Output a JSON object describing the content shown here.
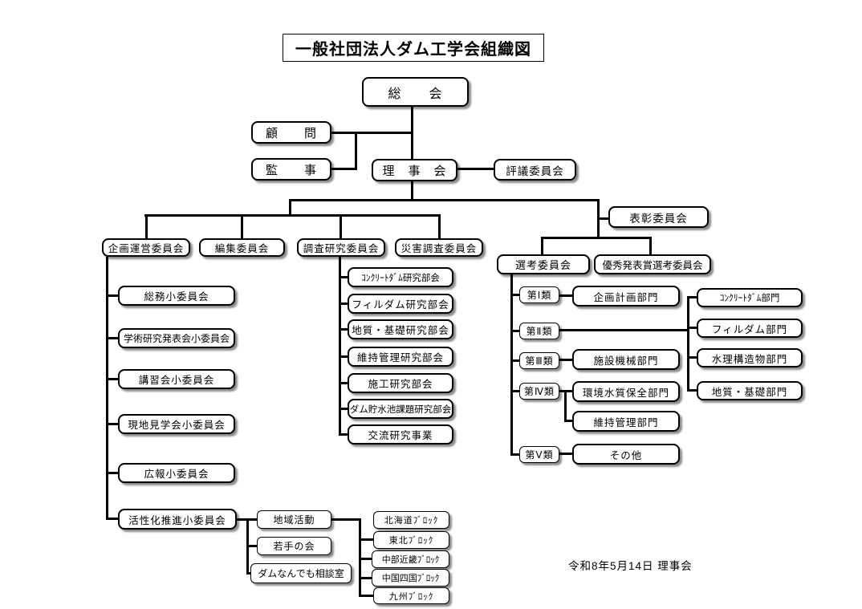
{
  "title": "一般社団法人ダム工学会組織図",
  "footer": "令和8年5月14日 理事会",
  "colors": {
    "line": "#000000",
    "box_background": "#ffffff",
    "box_border": "#000000",
    "shadow": "#999999"
  },
  "nodes": {
    "soukai": "総　　会",
    "komon": "顧　　問",
    "kanji": "監　　事",
    "rijikai": "理　事　会",
    "hyogi_iinkai": "評議委員会",
    "kikaku_unei": "企画運営委員会",
    "henshu": "編集委員会",
    "chosa_kenkyu": "調査研究委員会",
    "saigai_chosa": "災害調査委員会",
    "hyosho": "表彰委員会",
    "senko": "選考委員会",
    "yushu_happyo": "優秀発表賞選考委員会",
    "somu_sho": "総務小委員会",
    "gakujutsu_sho": "学術研究発表会小委員会",
    "koshukai_sho": "講習会小委員会",
    "genchi_sho": "現地見学会小委員会",
    "koho_sho": "広報小委員会",
    "kasseika_sho": "活性化推進小委員会",
    "chiiki_katsudo": "地域活動",
    "wakate_no_kai": "若手の会",
    "dam_nandemo": "ダムなんでも相談室",
    "block_hokkaido": "北海道ﾌﾞﾛｯｸ",
    "block_tohoku": "東北ﾌﾞﾛｯｸ",
    "block_chubu_kinki": "中部近畿ﾌﾞﾛｯｸ",
    "block_chugoku_shikoku": "中国四国ﾌﾞﾛｯｸ",
    "block_kyushu": "九州ﾌﾞﾛｯｸ",
    "kenkyu_concrete_dam": "ｺﾝｸﾘｰﾄﾀﾞﾑ研究部会",
    "kenkyu_fill_dam": "フィルダム研究部会",
    "kenkyu_chishitsu_kiso": "地質・基礎研究部会",
    "kenkyu_iji_kanri": "維持管理研究部会",
    "kenkyu_seko": "施工研究部会",
    "kenkyu_chosuichi": "ダム貯水池課題研究部会",
    "koryu_kenkyu": "交流研究事業",
    "dai1rui": "第Ⅰ類",
    "dai2rui": "第Ⅱ類",
    "dai3rui": "第Ⅲ類",
    "dai4rui": "第Ⅳ類",
    "dai5rui": "第Ⅴ類",
    "bumon_kikaku_keikaku": "企画計画部門",
    "bumon_shisetsu_kikai": "施設機械部門",
    "bumon_kankyo_suishitsu": "環境水質保全部門",
    "bumon_iji_kanri": "維持管理部門",
    "bumon_sonota": "その他",
    "bumon_concrete_dam": "ｺﾝｸﾘｰﾄﾀﾞﾑ部門",
    "bumon_fill_dam": "フィルダム部門",
    "bumon_suiri_kozo": "水理構造物部門",
    "bumon_chishitsu_kiso": "地質・基礎部門"
  }
}
